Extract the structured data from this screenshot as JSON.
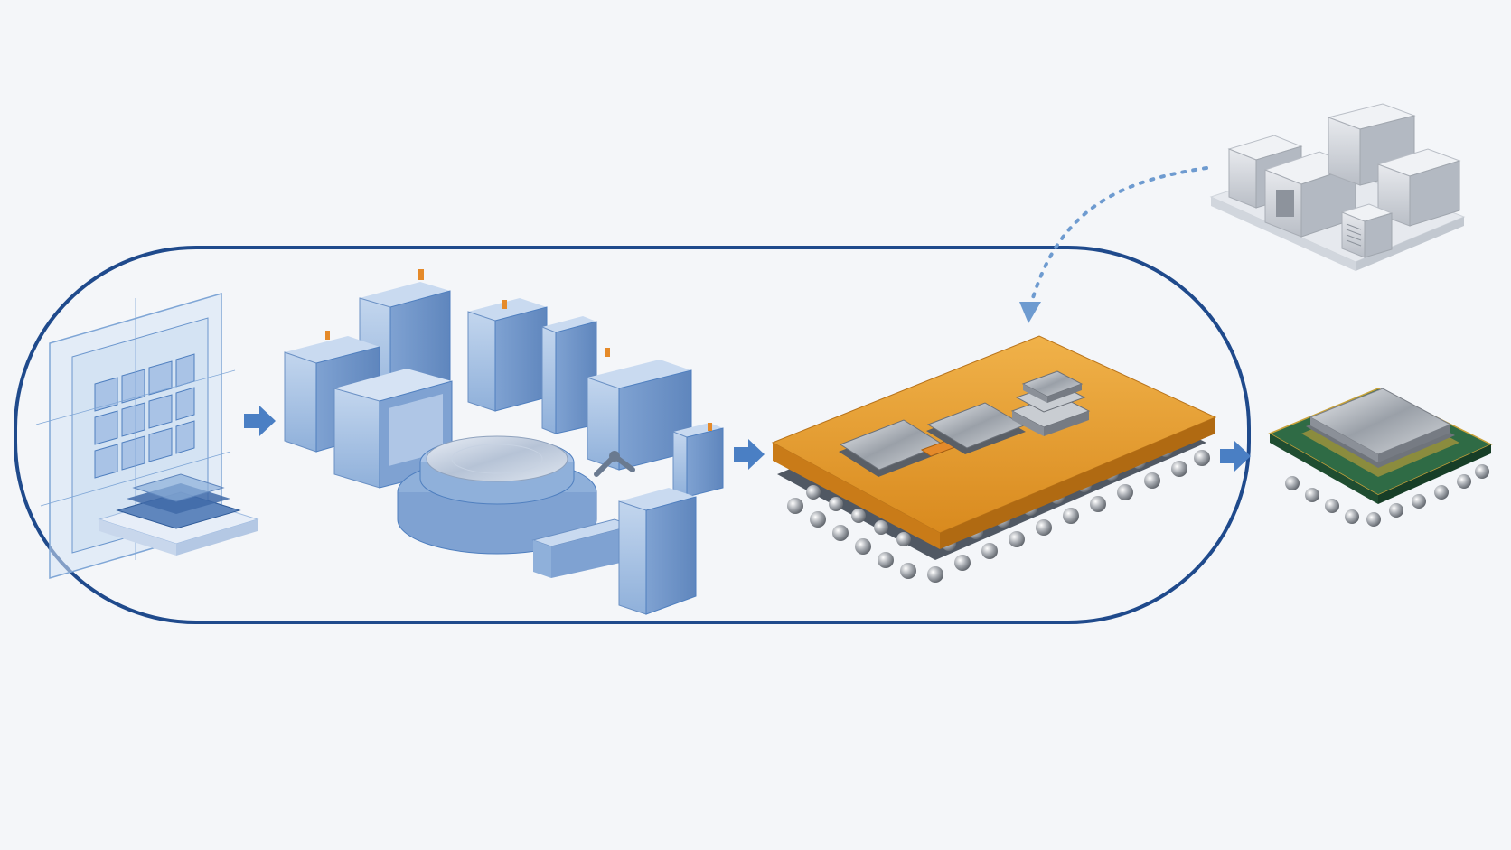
{
  "diagram": {
    "stages": [
      {
        "id": "design",
        "icon": "chip-layout-design-icon"
      },
      {
        "id": "fabrication",
        "icon": "wafer-fab-equipment-icon"
      },
      {
        "id": "advanced-packaging",
        "icon": "chip-package-substrate-icon"
      },
      {
        "id": "finished-chip",
        "icon": "finished-processor-icon"
      }
    ],
    "external_source": {
      "id": "osat-facility",
      "icon": "outsourced-facility-icon"
    },
    "colors": {
      "background": "#f4f6f9",
      "outline": "#1f4a8c",
      "arrow": "#4a7fc4",
      "dotted_arrow": "#6e9bd0",
      "equipment_blue": "#9cbbe0",
      "equipment_dark": "#6a90c4",
      "substrate_orange": "#e39a2e",
      "package_green": "#2f6b45",
      "gray_metal": "#a8adb5"
    }
  }
}
